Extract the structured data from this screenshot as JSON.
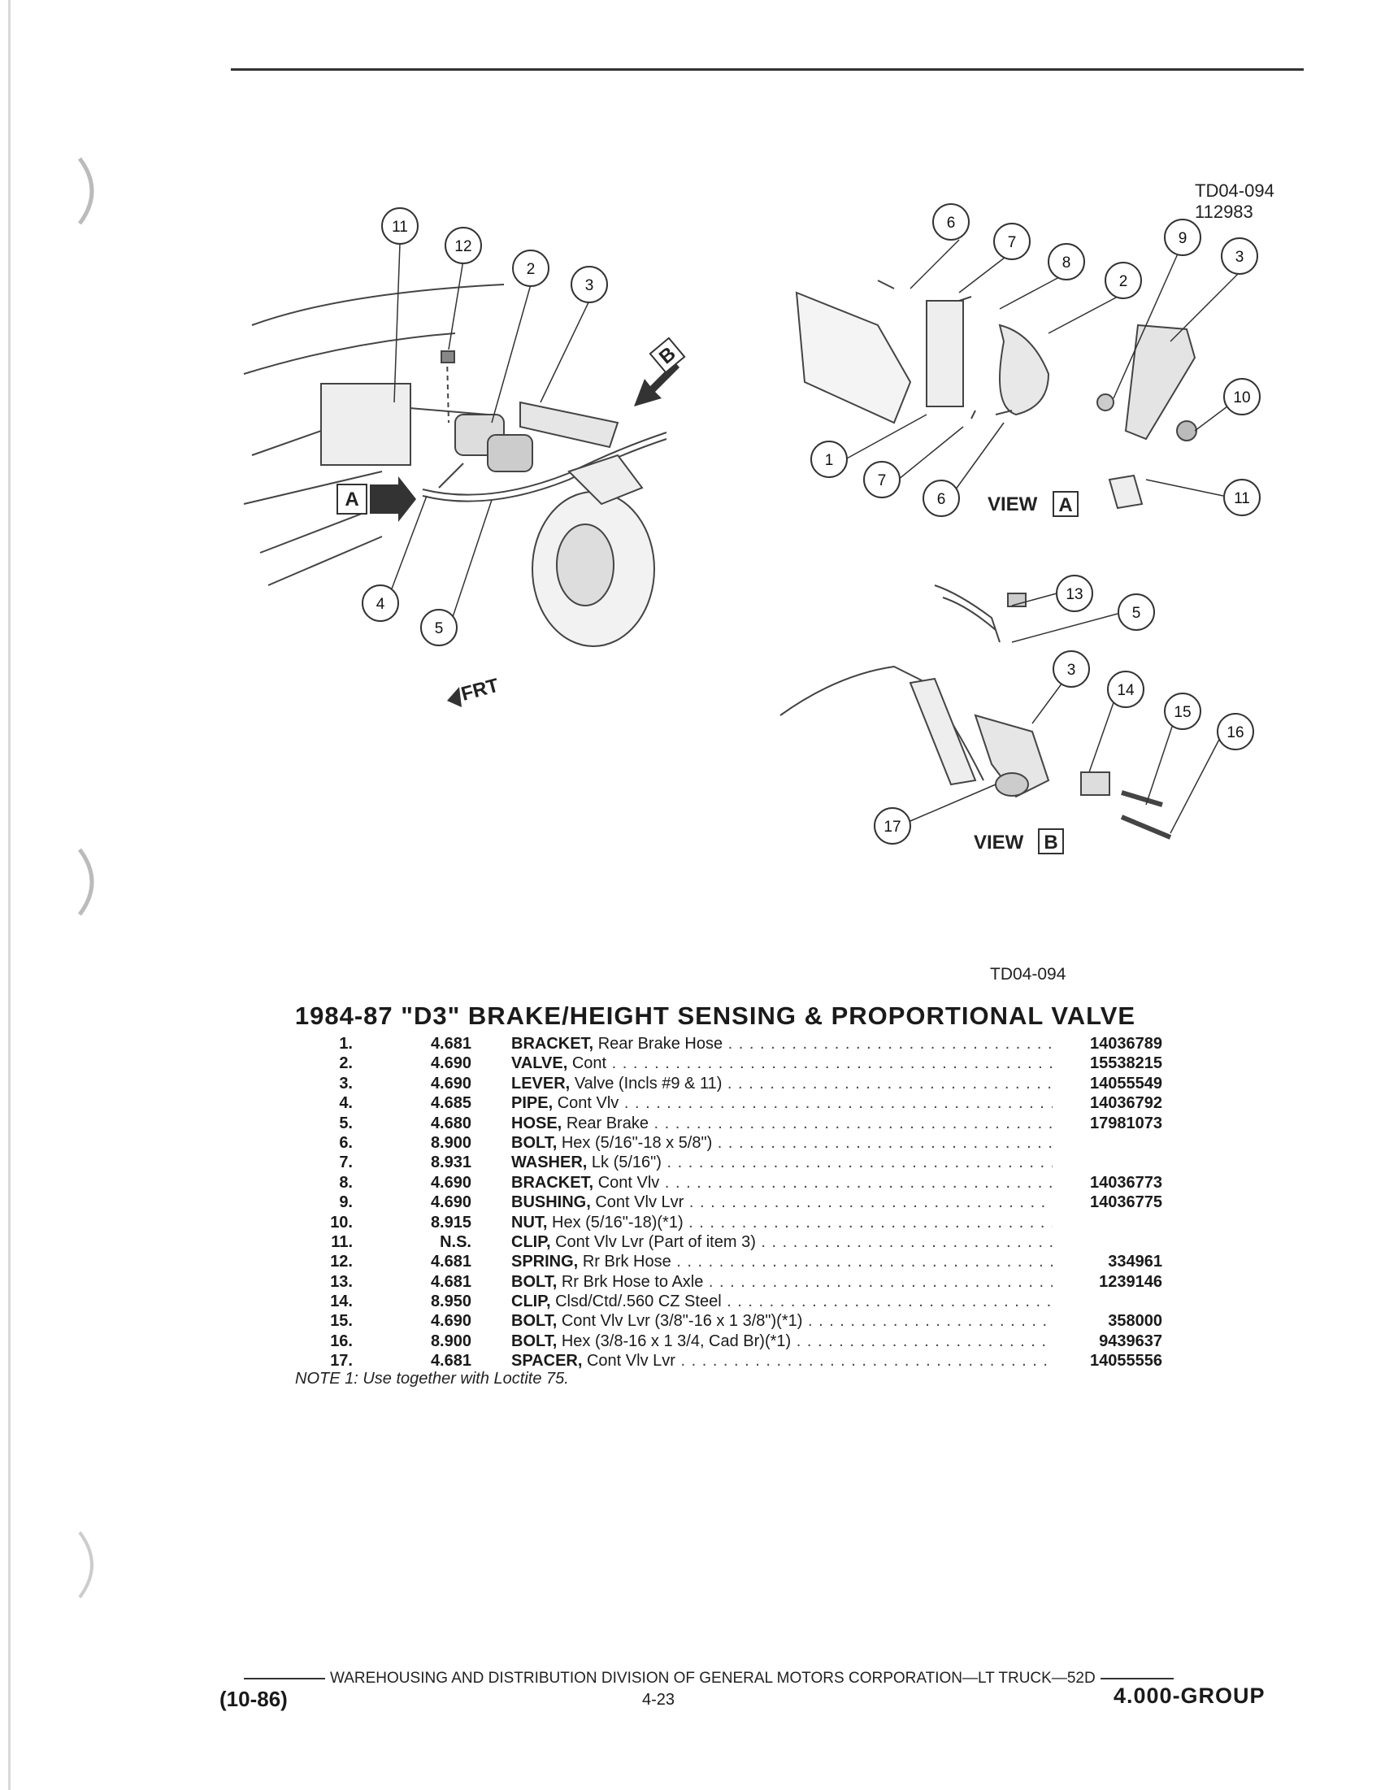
{
  "figure_id_top": [
    "TD04-094",
    "112983"
  ],
  "figure_id_bottom": "TD04-094",
  "diagram": {
    "left_callouts": [
      "11",
      "12",
      "2",
      "3",
      "4",
      "5"
    ],
    "view_a_callouts": [
      "6",
      "7",
      "8",
      "2",
      "9",
      "3",
      "10",
      "1",
      "7",
      "6",
      "11"
    ],
    "view_b_callouts": [
      "13",
      "5",
      "3",
      "14",
      "15",
      "16",
      "17"
    ],
    "arrow_a": "A",
    "arrow_b": "B",
    "front_label": "FRT",
    "view_a_label": "VIEW",
    "view_a_letter": "A",
    "view_b_label": "VIEW",
    "view_b_letter": "B"
  },
  "section_title": "1984-87 \"D3\" BRAKE/HEIGHT SENSING & PROPORTIONAL VALVE",
  "parts": [
    {
      "num": "1.",
      "group": "4.681",
      "name": "BRACKET,",
      "desc": "Rear Brake Hose",
      "part": "14036789"
    },
    {
      "num": "2.",
      "group": "4.690",
      "name": "VALVE,",
      "desc": "Cont",
      "part": "15538215"
    },
    {
      "num": "3.",
      "group": "4.690",
      "name": "LEVER,",
      "desc": "Valve (Incls #9 & 11)",
      "part": "14055549"
    },
    {
      "num": "4.",
      "group": "4.685",
      "name": "PIPE,",
      "desc": "Cont Vlv",
      "part": "14036792"
    },
    {
      "num": "5.",
      "group": "4.680",
      "name": "HOSE,",
      "desc": "Rear Brake",
      "part": "17981073"
    },
    {
      "num": "6.",
      "group": "8.900",
      "name": "BOLT,",
      "desc": "Hex (5/16\"-18 x 5/8\")",
      "part": ""
    },
    {
      "num": "7.",
      "group": "8.931",
      "name": "WASHER,",
      "desc": "Lk (5/16\")",
      "part": ""
    },
    {
      "num": "8.",
      "group": "4.690",
      "name": "BRACKET,",
      "desc": "Cont Vlv",
      "part": "14036773"
    },
    {
      "num": "9.",
      "group": "4.690",
      "name": "BUSHING,",
      "desc": "Cont Vlv Lvr",
      "part": "14036775"
    },
    {
      "num": "10.",
      "group": "8.915",
      "name": "NUT,",
      "desc": "Hex (5/16\"-18)(*1)",
      "part": ""
    },
    {
      "num": "11.",
      "group": "N.S.",
      "name": "CLIP,",
      "desc": "Cont Vlv Lvr (Part of item 3)",
      "part": ""
    },
    {
      "num": "12.",
      "group": "4.681",
      "name": "SPRING,",
      "desc": "Rr Brk Hose",
      "part": "334961"
    },
    {
      "num": "13.",
      "group": "4.681",
      "name": "BOLT,",
      "desc": "Rr Brk Hose to Axle",
      "part": "1239146"
    },
    {
      "num": "14.",
      "group": "8.950",
      "name": "CLIP,",
      "desc": "Clsd/Ctd/.560 CZ Steel",
      "part": ""
    },
    {
      "num": "15.",
      "group": "4.690",
      "name": "BOLT,",
      "desc": "Cont Vlv Lvr (3/8\"-16 x 1 3/8\")(*1)",
      "part": "358000"
    },
    {
      "num": "16.",
      "group": "8.900",
      "name": "BOLT,",
      "desc": "Hex (3/8-16 x 1 3/4, Cad Br)(*1)",
      "part": "9439637"
    },
    {
      "num": "17.",
      "group": "4.681",
      "name": "SPACER,",
      "desc": "Cont Vlv Lvr",
      "part": "14055556"
    }
  ],
  "note": "NOTE 1: Use together with Loctite 75.",
  "footer": {
    "line": "WAREHOUSING AND DISTRIBUTION  DIVISION OF GENERAL MOTORS CORPORATION—LT TRUCK—52D",
    "date": "(10-86)",
    "page": "4-23",
    "group": "4.000-GROUP"
  }
}
